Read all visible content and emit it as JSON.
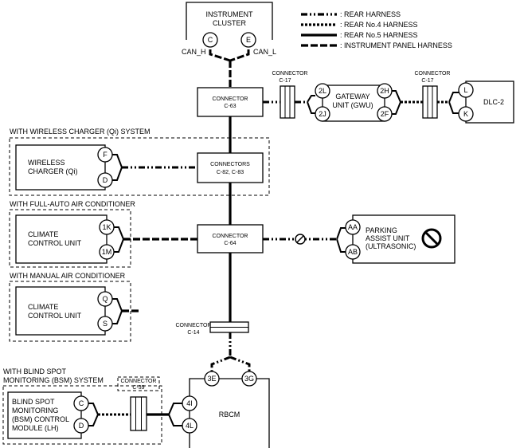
{
  "legend": [
    {
      "style": "rear",
      "label": ": REAR HARNESS"
    },
    {
      "style": "rear4",
      "label": ": REAR No.4 HARNESS"
    },
    {
      "style": "rear5",
      "label": ": REAR No.5 HARNESS"
    },
    {
      "style": "ip",
      "label": ": INSTRUMENT PANEL HARNESS"
    }
  ],
  "modules": {
    "instrument_cluster": {
      "line1": "INSTRUMENT",
      "line2": "CLUSTER",
      "pin_c": "C",
      "pin_e": "E",
      "can_h": "CAN_H",
      "can_l": "CAN_L"
    },
    "gateway": {
      "line1": "GATEWAY",
      "line2": "UNIT (GWU)",
      "pins": [
        "2L",
        "2J",
        "2H",
        "2F"
      ]
    },
    "dlc": {
      "line1": "DLC-2",
      "pins": [
        "L",
        "K"
      ]
    },
    "wireless_charger": {
      "line1": "WIRELESS",
      "line2": "CHARGER (Qi)",
      "pins": [
        "F",
        "D"
      ]
    },
    "climate_auto": {
      "line1": "CLIMATE",
      "line2": "CONTROL UNIT",
      "pins": [
        "1K",
        "1M"
      ]
    },
    "climate_manual": {
      "line1": "CLIMATE",
      "line2": "CONTROL UNIT",
      "pins": [
        "Q",
        "S"
      ]
    },
    "parking": {
      "line1": "PARKING",
      "line2": "ASSIST UNIT",
      "line3": "(ULTRASONIC)",
      "pins": [
        "AA",
        "AB"
      ]
    },
    "bsm": {
      "line1": "BLIND SPOT",
      "line2": "MONITORING",
      "line3": "(BSM) CONTROL",
      "line4": "MODULE (LH)",
      "pins": [
        "C",
        "D"
      ]
    },
    "rbcm": {
      "line1": "RBCM",
      "pins": [
        "3E",
        "3G",
        "4I",
        "4L"
      ]
    }
  },
  "connectors": {
    "c63": {
      "line1": "CONNECTOR",
      "line2": "C-63"
    },
    "c82": {
      "line1": "CONNECTORS",
      "line2": "C-82, C-83"
    },
    "c64": {
      "line1": "CONNECTOR",
      "line2": "C-64"
    },
    "c17a": {
      "line1": "CONNECTOR",
      "line2": "C-17"
    },
    "c17b": {
      "line1": "CONNECTOR",
      "line2": "C-17"
    },
    "c14": {
      "line1": "CONNECTOR",
      "line2": "C-14"
    },
    "c39": {
      "line1": "CONNECTOR",
      "line2": "C-39"
    }
  },
  "groups": {
    "wireless": "WITH WIRELESS CHARGER (Qi) SYSTEM",
    "full_auto": "WITH FULL-AUTO AIR CONDITIONER",
    "manual": "WITH MANUAL AIR CONDITIONER",
    "bsm_line1": "WITH BLIND SPOT",
    "bsm_line2": "MONITORING (BSM) SYSTEM"
  }
}
